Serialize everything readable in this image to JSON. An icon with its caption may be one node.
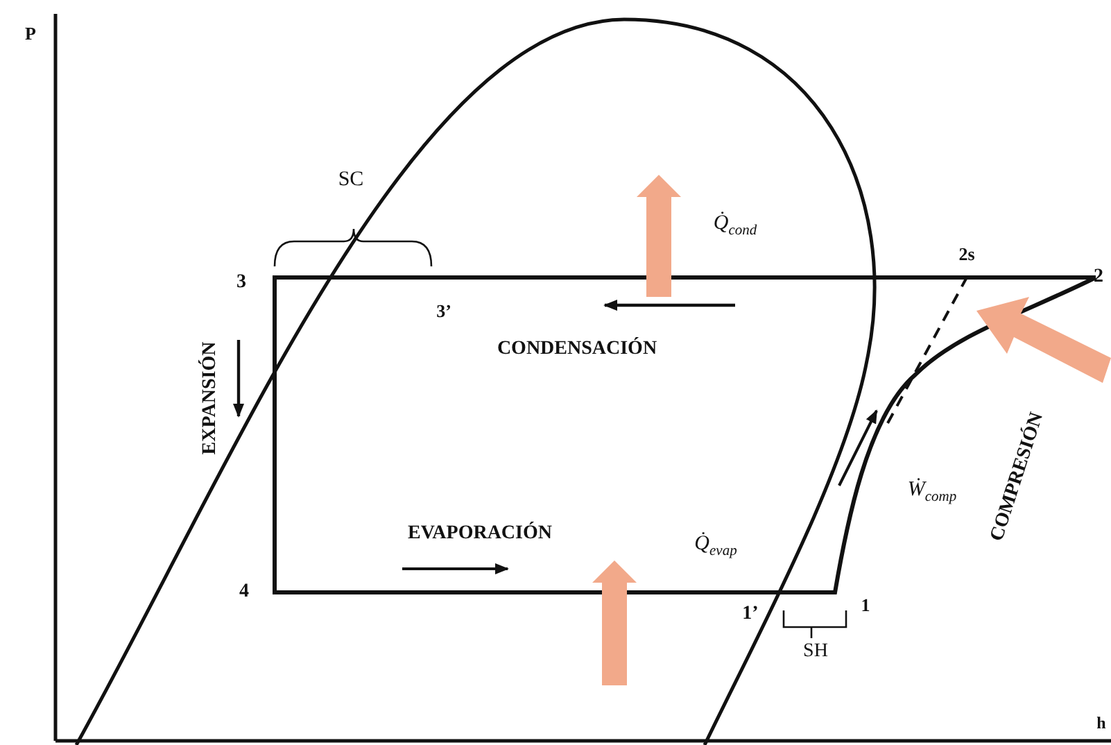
{
  "diagram": {
    "labels": [
      "P",
      "SC",
      "Q̇$_{cond}$",
      "2s",
      "3",
      "2",
      "3’",
      "CONDENSACIÓN",
      "EXPANSIÓN",
      "Ẇ$_{comp}$",
      "COMPRESIÓN",
      "EVAPORACIÓN",
      "Q̇$_{evap}$",
      "4",
      "1’",
      "1",
      "SH",
      "h"
    ]
  }
}
